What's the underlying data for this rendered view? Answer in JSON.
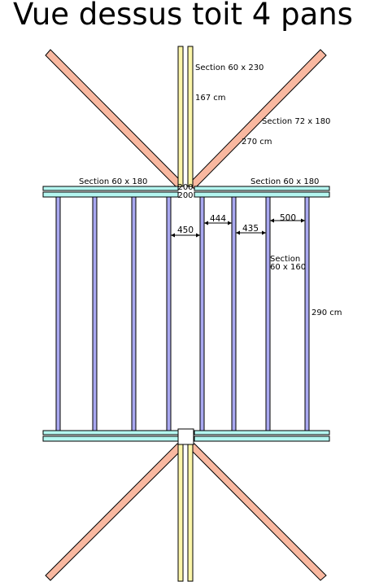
{
  "title": "Vue dessus toit 4 pans",
  "colors": {
    "rafter": "#f9b8a0",
    "ridge": "#fbf5a8",
    "plate": "#b4f6f0",
    "joist": "#a9a8f0"
  },
  "labels": {
    "ridge_section": "Section 60 x 230",
    "ridge_length": "167 cm",
    "rafter_section": "Section 72 x 180",
    "rafter_length": "270 cm",
    "plate_section_left": "Section 60 x 180",
    "plate_section_right": "Section 60 x 180",
    "gap_top": "200",
    "gap_bottom": "200",
    "joist_section_line1": "Section",
    "joist_section_line2": "60 x 160",
    "joist_length": "290 cm"
  },
  "dimensions": [
    {
      "label": "450"
    },
    {
      "label": "444"
    },
    {
      "label": "435"
    },
    {
      "label": "500"
    }
  ]
}
